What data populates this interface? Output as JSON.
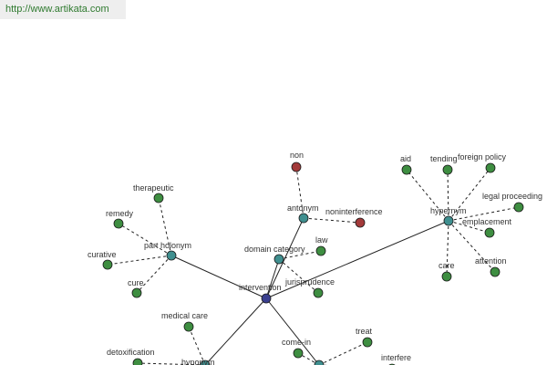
{
  "banner": {
    "url": "http://www.artikata.com"
  },
  "colors": {
    "leaf": "#3e8e41",
    "relation": "#3f8f8f",
    "center": "#3a3f8f",
    "antonym_leaf": "#a33a3a",
    "edge": "#222222"
  },
  "graph": {
    "center": {
      "label": "intervention"
    },
    "relations": [
      {
        "label": "part holonym",
        "children": [
          "therapeutic",
          "remedy",
          "curative",
          "cure"
        ]
      },
      {
        "label": "antonym",
        "children": [
          "non",
          "noninterference"
        ]
      },
      {
        "label": "domain category",
        "children": [
          "law",
          "jurisprudence"
        ]
      },
      {
        "label": "hypernym",
        "children": [
          "aid",
          "tending",
          "foreign policy",
          "legal proceeding",
          "emplacement",
          "attention",
          "care"
        ]
      },
      {
        "label": "hyponym",
        "children": [
          "medical care",
          "detoxification"
        ]
      },
      {
        "label": "",
        "children": [
          "come-in",
          "treat",
          "interfere"
        ]
      }
    ]
  }
}
